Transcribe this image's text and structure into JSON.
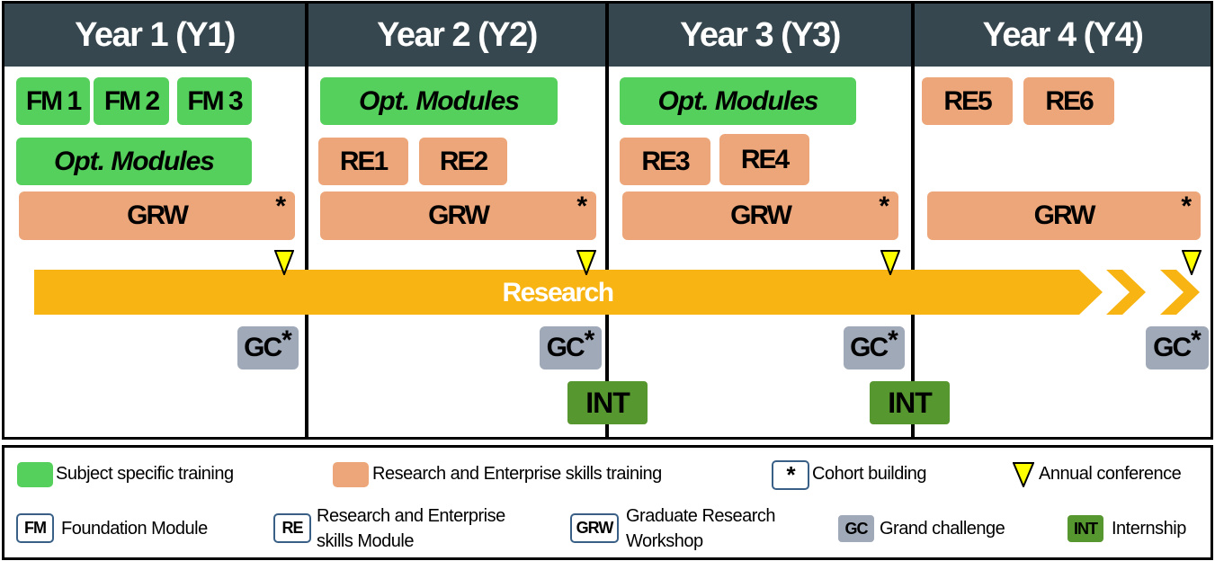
{
  "years": [
    {
      "label": "Year 1 (Y1)"
    },
    {
      "label": "Year 2 (Y2)"
    },
    {
      "label": "Year 3 (Y3)"
    },
    {
      "label": "Year 4 (Y4)"
    }
  ],
  "modules": {
    "fm1": "FM 1",
    "fm2": "FM 2",
    "fm3": "FM 3",
    "opt": "Opt. Modules",
    "re1": "RE1",
    "re2": "RE2",
    "re3": "RE3",
    "re4": "RE4",
    "re5": "RE5",
    "re6": "RE6",
    "grw": "GRW",
    "star": "*",
    "gc": "GC",
    "int": "INT"
  },
  "research_label": "Research",
  "legend": {
    "subject_training": "Subject specific training",
    "re_training": "Research and Enterprise skills training",
    "cohort_key": "*",
    "cohort_building": "Cohort building",
    "annual_conference": "Annual conference",
    "fm_key": "FM",
    "foundation_module": "Foundation Module",
    "re_key": "RE",
    "re_module_line1": "Research and Enterprise",
    "re_module_line2": "skills Module",
    "grw_key": "GRW",
    "grw_line1": "Graduate Research",
    "grw_line2": "Workshop",
    "gc_key": "GC",
    "grand_challenge": "Grand challenge",
    "int_key": "INT",
    "internship": "Internship"
  },
  "colors": {
    "header": "#37474f",
    "subject_green": "#55d05c",
    "re_orange": "#eda679",
    "research_yellow": "#f7b412",
    "gc_grey": "#a0a9b8",
    "int_green": "#56972f",
    "conference_yellow": "#ffff00"
  }
}
